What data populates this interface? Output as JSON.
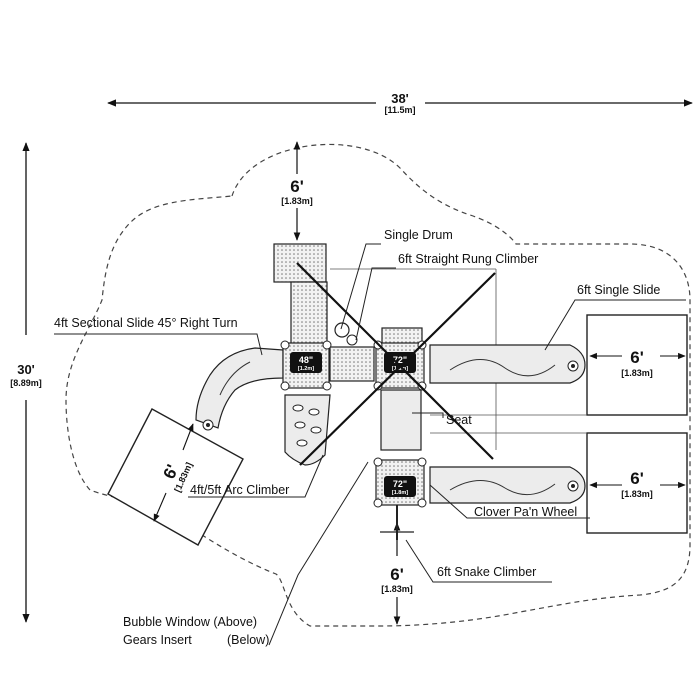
{
  "dimensions": {
    "overall_width": {
      "ft": "38'",
      "m": "[11.5m]"
    },
    "overall_depth": {
      "ft": "30'",
      "m": "[8.89m]"
    },
    "clearance_top": {
      "ft": "6'",
      "m": "[1.83m]"
    },
    "clearance_slide_left": {
      "ft": "6'",
      "m": "[1.83m]"
    },
    "clearance_slide_right_upper": {
      "ft": "6'",
      "m": "[1.83m]"
    },
    "clearance_slide_right_lower": {
      "ft": "6'",
      "m": "[1.83m]"
    },
    "clearance_bottom": {
      "ft": "6'",
      "m": "[1.83m]"
    }
  },
  "components": {
    "single_drum": "Single Drum",
    "rung_climber": "6ft Straight Rung Climber",
    "single_slide": "6ft Single Slide",
    "sectional_slide": "4ft Sectional Slide 45° Right Turn",
    "seat": "Seat",
    "arc_climber": "4ft/5ft Arc Climber",
    "clover_wheel": "Clover Pa'n Wheel",
    "snake_climber": "6ft Snake Climber",
    "bubble_window": "Bubble Window (Above)",
    "gears_insert": "Gears Insert",
    "gears_insert_pos": "(Below)"
  },
  "decks": [
    {
      "height": "48\"",
      "metric": "[1.2m]"
    },
    {
      "height": "72\"",
      "metric": "[1.8m]"
    },
    {
      "height": "72\"",
      "metric": "[1.8m]"
    }
  ]
}
